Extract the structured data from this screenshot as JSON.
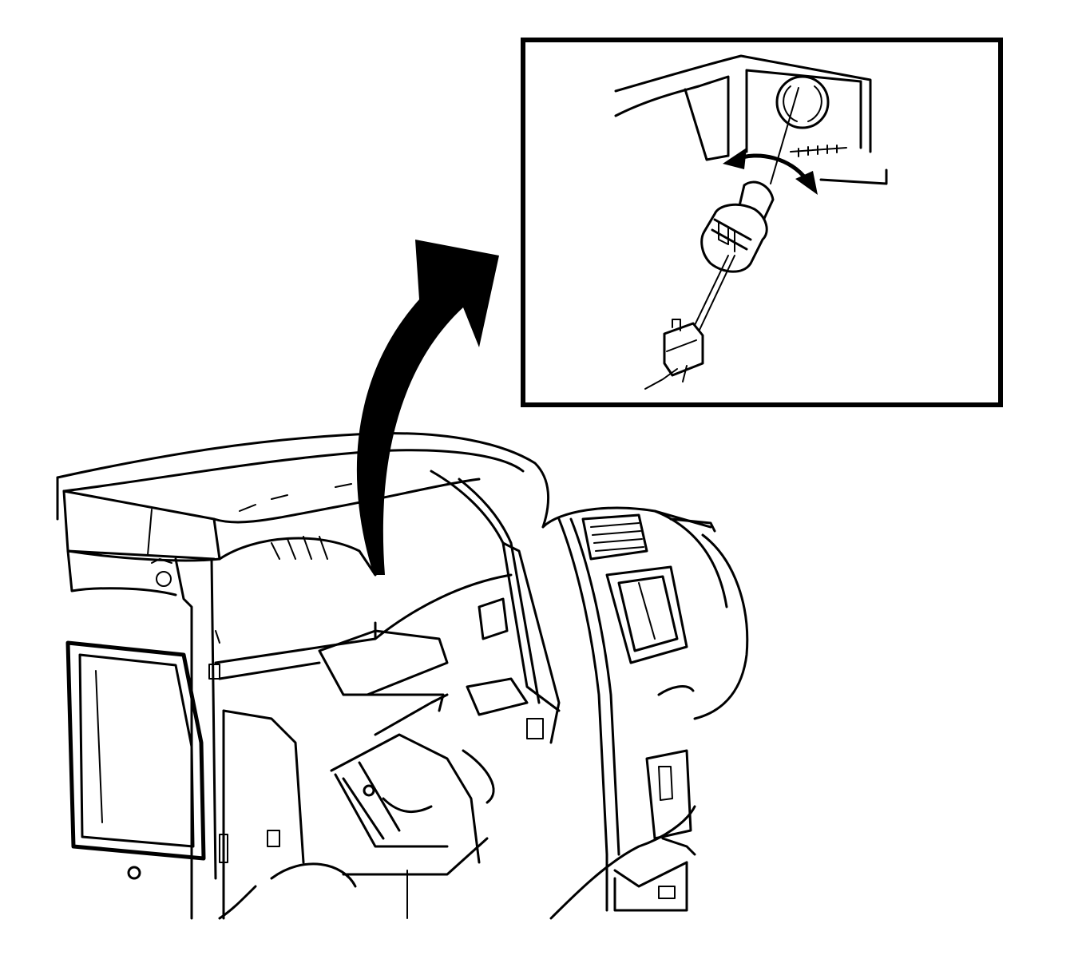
{
  "figure": {
    "kind": "service-procedure-illustration",
    "style": "black line art on white",
    "colors": {
      "line": "#000000",
      "background": "#ffffff"
    },
    "detail_view": {
      "parts": [
        "instrument-panel-opening",
        "bulb-socket",
        "rotation-arrow",
        "wire",
        "electrical-connector"
      ]
    },
    "callout_arrow": "points-from-instrument-panel-to-detail-view",
    "main_view": {
      "parts": [
        "instrument-panel-pad",
        "dash-frame",
        "center-console",
        "hvac-outlet",
        "glove-box-opening",
        "steering-column-opening"
      ]
    }
  }
}
